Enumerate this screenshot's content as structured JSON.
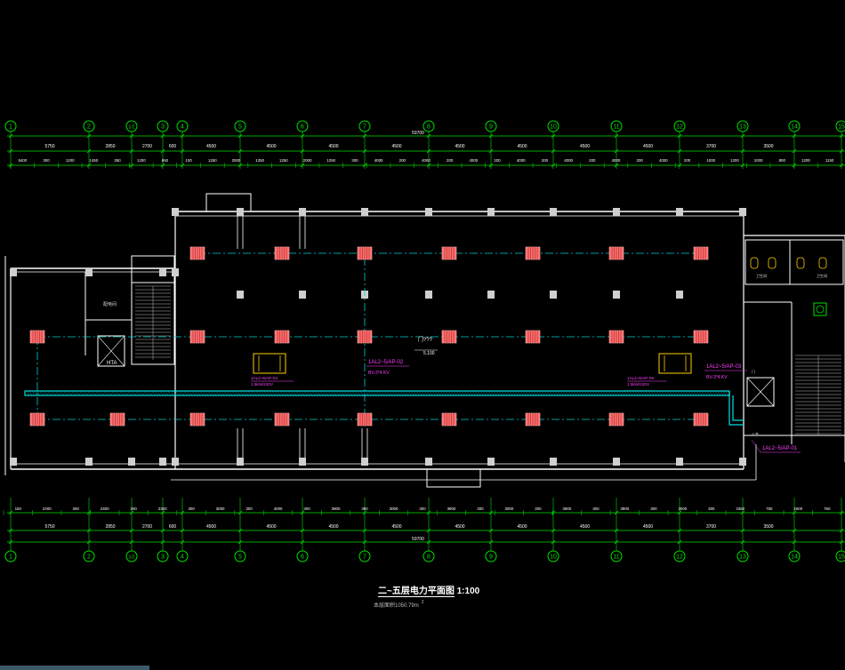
{
  "drawing": {
    "title": "二~五层电力平面图",
    "scale": "1:100",
    "area_note": "本层面积1050.79m",
    "area_sup": "2"
  },
  "colors": {
    "background": "#000000",
    "axis": "#00e000",
    "wall": "#ffffff",
    "column": "#cfcfcf",
    "panel": "#ff7070",
    "cable_tray": "#00e0e0",
    "grid_line": "#00d0d0",
    "annotation": "#ff40ff",
    "box": "#ffd000"
  },
  "axes": [
    "1",
    "2",
    "1/2",
    "3",
    "4",
    "5",
    "6",
    "7",
    "8",
    "9",
    "10",
    "11",
    "12",
    "13",
    "14",
    "15"
  ],
  "top_dims": {
    "total": "59700",
    "row1": [
      "5750",
      "2850",
      "2700",
      "600",
      "4500",
      "4500",
      "4500",
      "4500",
      "4500",
      "4500",
      "4500",
      "4500",
      "3700",
      "3500"
    ],
    "row2": [
      "5400",
      "300",
      "1200",
      "1450",
      "350",
      "1200",
      "650",
      "100",
      "1250",
      "2000",
      "1250",
      "1250",
      "2000",
      "1250",
      "300",
      "4000",
      "200",
      "4000",
      "200",
      "4000",
      "200",
      "4000",
      "200",
      "4000",
      "200",
      "4000",
      "200",
      "4000",
      "200",
      "1000",
      "1200",
      "1000",
      "800",
      "1200",
      "1150"
    ]
  },
  "bottom_dims": {
    "total": "59700",
    "row0": [
      "150",
      "2300",
      "300",
      "2400",
      "300",
      "2300",
      "300",
      "3000",
      "300",
      "4000",
      "300",
      "3900",
      "300",
      "3000",
      "300",
      "3900",
      "300",
      "3000",
      "300",
      "3900",
      "300",
      "3900",
      "300",
      "3000",
      "300",
      "3350",
      "750",
      "2600",
      "750"
    ],
    "row1": [
      "5750",
      "2850",
      "2700",
      "600",
      "4500",
      "4500",
      "4500",
      "4500",
      "4500",
      "4500",
      "4500",
      "4500",
      "3700",
      "3500"
    ]
  },
  "labels": {
    "room_left": "配电间",
    "elevator_left": "HTA",
    "stair_center": "门???",
    "level_value": "5.100",
    "panel_a": "1AL2~5/AP-04",
    "panel_a_spec": "1.5kW/220V",
    "feeder_a": "1AL2~5/AP-02",
    "feeder_a_spec": "BV-3*4 KV",
    "panel_b": "1AL2~5/AP-05",
    "panel_b_spec": "1.5kW/220V",
    "feeder_b": "1AL2~5/AP-03",
    "feeder_b_spec": "BV-3*4 KV",
    "feeder_c": "1AL2~5/AP-01",
    "toilet_1": "卫生间",
    "toilet_2": "卫生间",
    "note_gf": "公共",
    "small_label": "门"
  }
}
